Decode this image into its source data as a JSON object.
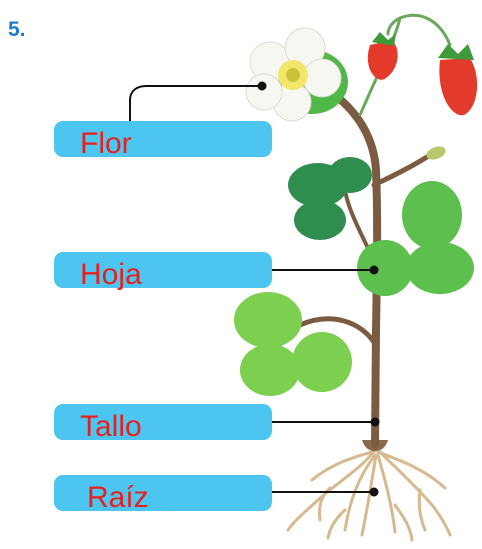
{
  "question_number": "5.",
  "labels": {
    "flor": "Flor",
    "hoja": "Hoja",
    "tallo": "Tallo",
    "raiz": "Raíz"
  },
  "colors": {
    "label_box": "#4cc6f1",
    "label_text": "#e8201c",
    "question_number": "#1f7ec8",
    "stem": "#7a5c42",
    "leaf": "#4fb848",
    "fruit": "#e23a2b"
  }
}
